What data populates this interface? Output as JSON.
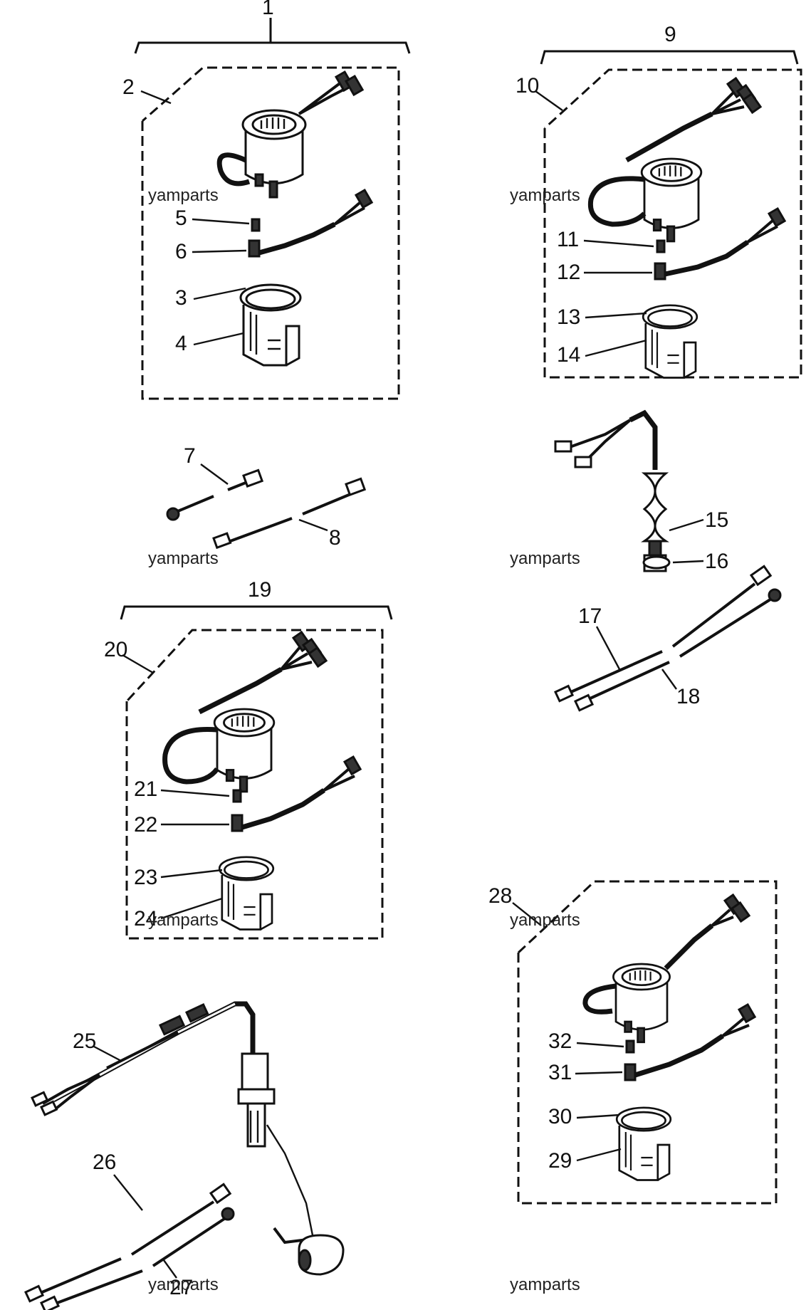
{
  "watermark": "yamparts",
  "groups": {
    "g1": {
      "bracket": "1",
      "kit": "2",
      "parts": [
        "5",
        "6",
        "3",
        "4"
      ]
    },
    "g9": {
      "bracket": "9",
      "kit": "10",
      "parts": [
        "11",
        "12",
        "13",
        "14"
      ]
    },
    "g19": {
      "bracket": "19",
      "kit": "20",
      "parts": [
        "21",
        "22",
        "23",
        "24"
      ]
    },
    "g28": {
      "kit": "28",
      "parts": [
        "32",
        "31",
        "30",
        "29"
      ]
    }
  },
  "loose_parts": {
    "cables_top": [
      "7",
      "8"
    ],
    "sender": [
      "15",
      "16"
    ],
    "cables_mid": [
      "17",
      "18"
    ],
    "harness": "25",
    "cables_bottom": [
      "26",
      "27"
    ]
  }
}
